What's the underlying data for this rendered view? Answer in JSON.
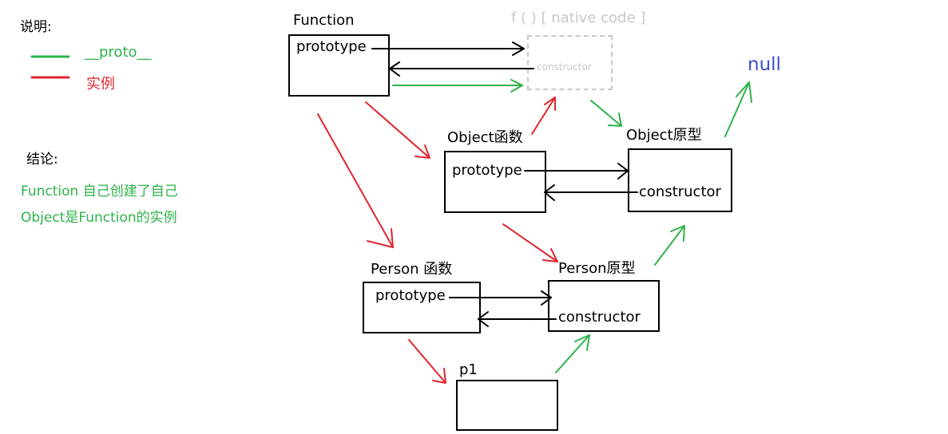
{
  "legend": {
    "heading": "说明:",
    "green_label": "__proto__",
    "red_label": "实例"
  },
  "conclusion": {
    "heading": "结论:",
    "line1": "Function 自己创建了自己",
    "line2": "Object是Function的实例"
  },
  "nodes": {
    "function": {
      "title": "Function",
      "field": "prototype"
    },
    "native": {
      "title": "f ( ) [ native code ]",
      "field": "constructor"
    },
    "null": {
      "label": "null"
    },
    "object_fn": {
      "title": "Object函数",
      "field": "prototype"
    },
    "object_proto": {
      "title": "Object原型",
      "field": "constructor"
    },
    "person_fn": {
      "title": "Person 函数",
      "field": "prototype"
    },
    "person_proto": {
      "title": "Person原型",
      "field": "constructor"
    },
    "p1": {
      "title": "p1"
    }
  },
  "colors": {
    "green": "#2db34a",
    "red": "#e0262e",
    "black": "#000000",
    "gray": "#c8c8c8",
    "null_blue": "#3f4fc9"
  }
}
